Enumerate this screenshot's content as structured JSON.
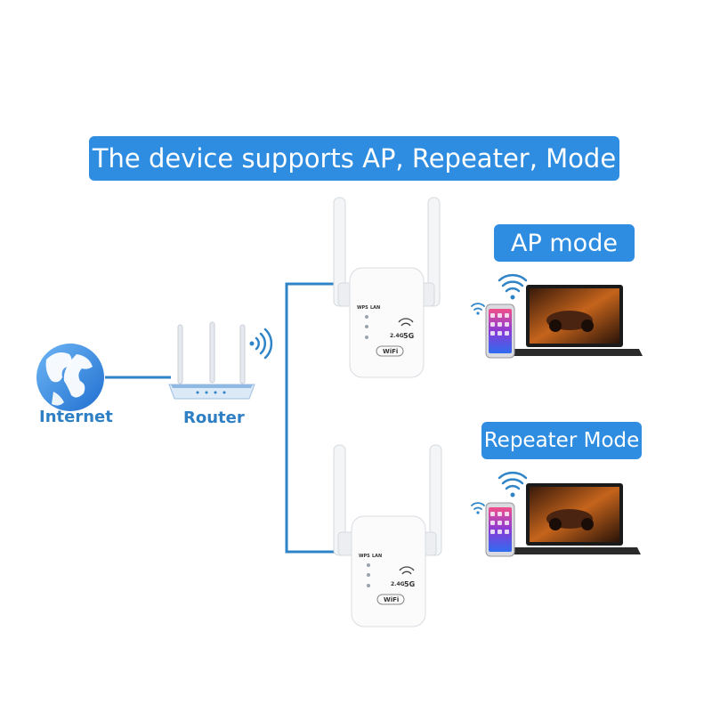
{
  "title": "The device supports AP, Repeater, Mode",
  "modes": {
    "ap": "AP mode",
    "repeater": "Repeater Mode"
  },
  "nodes": {
    "internet": "Internet",
    "router": "Router"
  },
  "device_text": {
    "wps": "WPS",
    "lan": "LAN",
    "band": "2.4G",
    "band5": "5G",
    "wifi": "WiFi"
  },
  "colors": {
    "accent": "#2e8de0",
    "line": "#2f84c8",
    "label": "#2e7fc4"
  }
}
